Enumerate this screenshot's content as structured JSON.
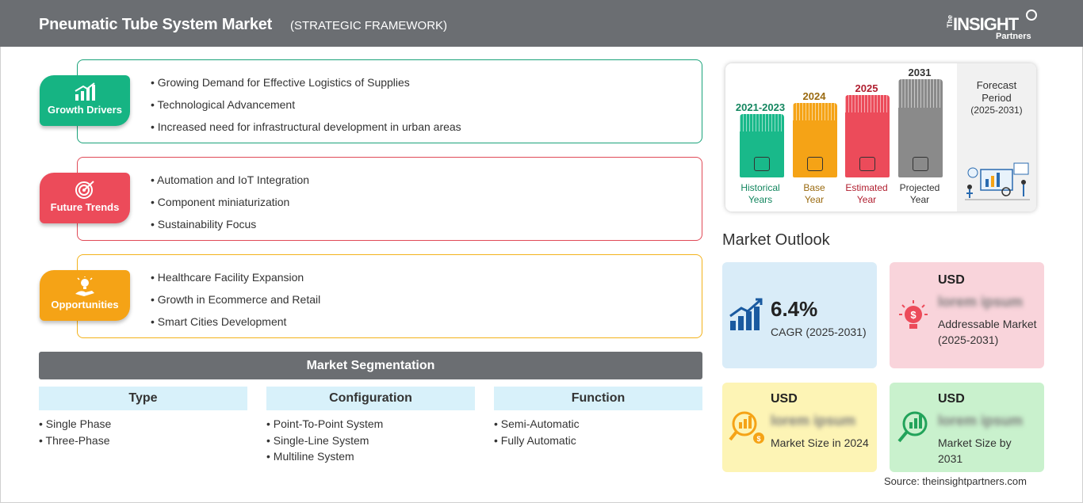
{
  "header": {
    "title": "Pneumatic Tube System Market",
    "subtitle": "(STRATEGIC FRAMEWORK)",
    "logo": {
      "the": "The",
      "insight": "INSIGHT",
      "partners": "Partners"
    }
  },
  "framework": {
    "growth": {
      "label": "Growth Drivers",
      "icon": "growth-chart-icon",
      "color": "#16b483",
      "items": [
        "Growing Demand for Effective Logistics of Supplies",
        "Technological Advancement",
        "Increased need for infrastructural development in urban areas"
      ]
    },
    "trends": {
      "label": "Future Trends",
      "icon": "target-icon",
      "color": "#ec4b5a",
      "items": [
        "Automation and IoT Integration",
        "Component miniaturization",
        "Sustainability Focus"
      ]
    },
    "opportunities": {
      "label": "Opportunities",
      "icon": "lightbulb-hand-icon",
      "color": "#f5a316",
      "items": [
        "Healthcare Facility Expansion",
        "Growth in Ecommerce and Retail",
        "Smart Cities Development"
      ]
    }
  },
  "segmentation": {
    "title": "Market Segmentation",
    "columns": [
      {
        "title": "Type",
        "items": [
          "Single Phase",
          "Three-Phase"
        ]
      },
      {
        "title": "Configuration",
        "items": [
          "Point-To-Point System",
          "Single-Line System",
          "Multiline System"
        ]
      },
      {
        "title": "Function",
        "items": [
          "Semi-Automatic",
          "Fully Automatic"
        ]
      }
    ]
  },
  "timeline": {
    "bars": [
      {
        "year": "2021-2023",
        "line1": "Historical",
        "line2": "Years",
        "color": "#19b98a",
        "text_color": "#13865f",
        "icon": "history-clock-icon"
      },
      {
        "year": "2024",
        "line1": "Base",
        "line2": "Year",
        "color": "#f5a316",
        "text_color": "#9a6a10",
        "icon": "calendar-icon"
      },
      {
        "year": "2025",
        "line1": "Estimated",
        "line2": "Year",
        "color": "#ec4b5a",
        "text_color": "#b01e2f",
        "icon": "gear-chart-icon"
      },
      {
        "year": "2031",
        "line1": "Projected",
        "line2": "Year",
        "color": "#8a8a8a",
        "text_color": "#333333",
        "icon": "presentation-icon"
      }
    ],
    "forecast_title": "Forecast Period",
    "forecast_range": "(2025-2031)"
  },
  "outlook": {
    "title": "Market Outlook",
    "cagr": {
      "value": "6.4%",
      "label": "CAGR (2025-2031)",
      "color": "#d9ecf8"
    },
    "addressable": {
      "usd": "USD",
      "value": "lorem ipsum",
      "label": "Addressable Market (2025-2031)",
      "color": "#f9d4db"
    },
    "size2024": {
      "usd": "USD",
      "value": "lorem ipsum",
      "label": "Market Size in 2024",
      "color": "#fdf4b5"
    },
    "size2031": {
      "usd": "USD",
      "value": "lorem ipsum",
      "label": "Market Size by 2031",
      "color": "#c9f1cd"
    }
  },
  "source": "Source: theinsightpartners.com"
}
